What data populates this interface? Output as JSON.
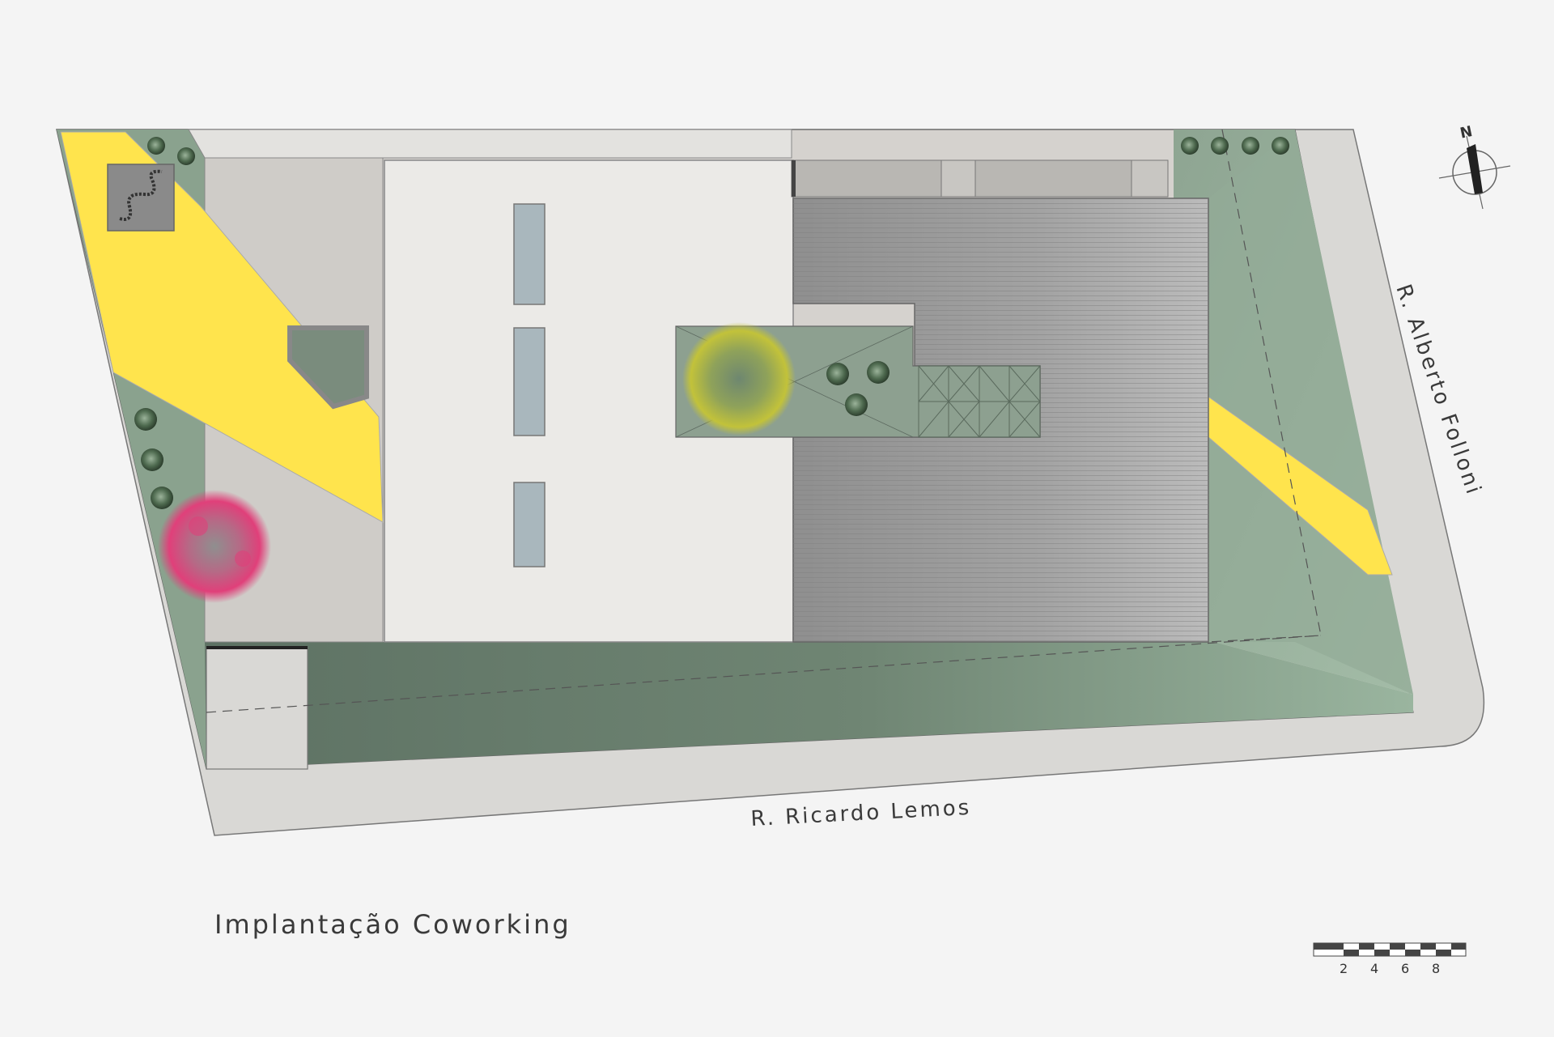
{
  "title": "Implantação Coworking",
  "streets": {
    "bottom": "R. Ricardo Lemos",
    "right": "R. Alberto Folloni"
  },
  "north_label": "N",
  "scale_bar": {
    "labels": [
      "2",
      "4",
      "6",
      "8"
    ]
  },
  "icons": [
    "north-arrow-icon",
    "tree-icon",
    "shrub-icon",
    "sculpture-icon"
  ],
  "colors": {
    "background": "#f4f4f4",
    "sidewalk": "#d9d8d5",
    "lawn": "#8fa792",
    "lawn_dark": "#5f7466",
    "path_yellow": "#ffe44d",
    "paving_light": "#cfccc8",
    "building_white": "#ebeae7",
    "roof_grey": "#9a9a9a",
    "skylight": "#a9b7bd",
    "courtyard": "#8da090",
    "flowering_tree": "#e0407a",
    "yellow_tree": "#a8b84a"
  }
}
